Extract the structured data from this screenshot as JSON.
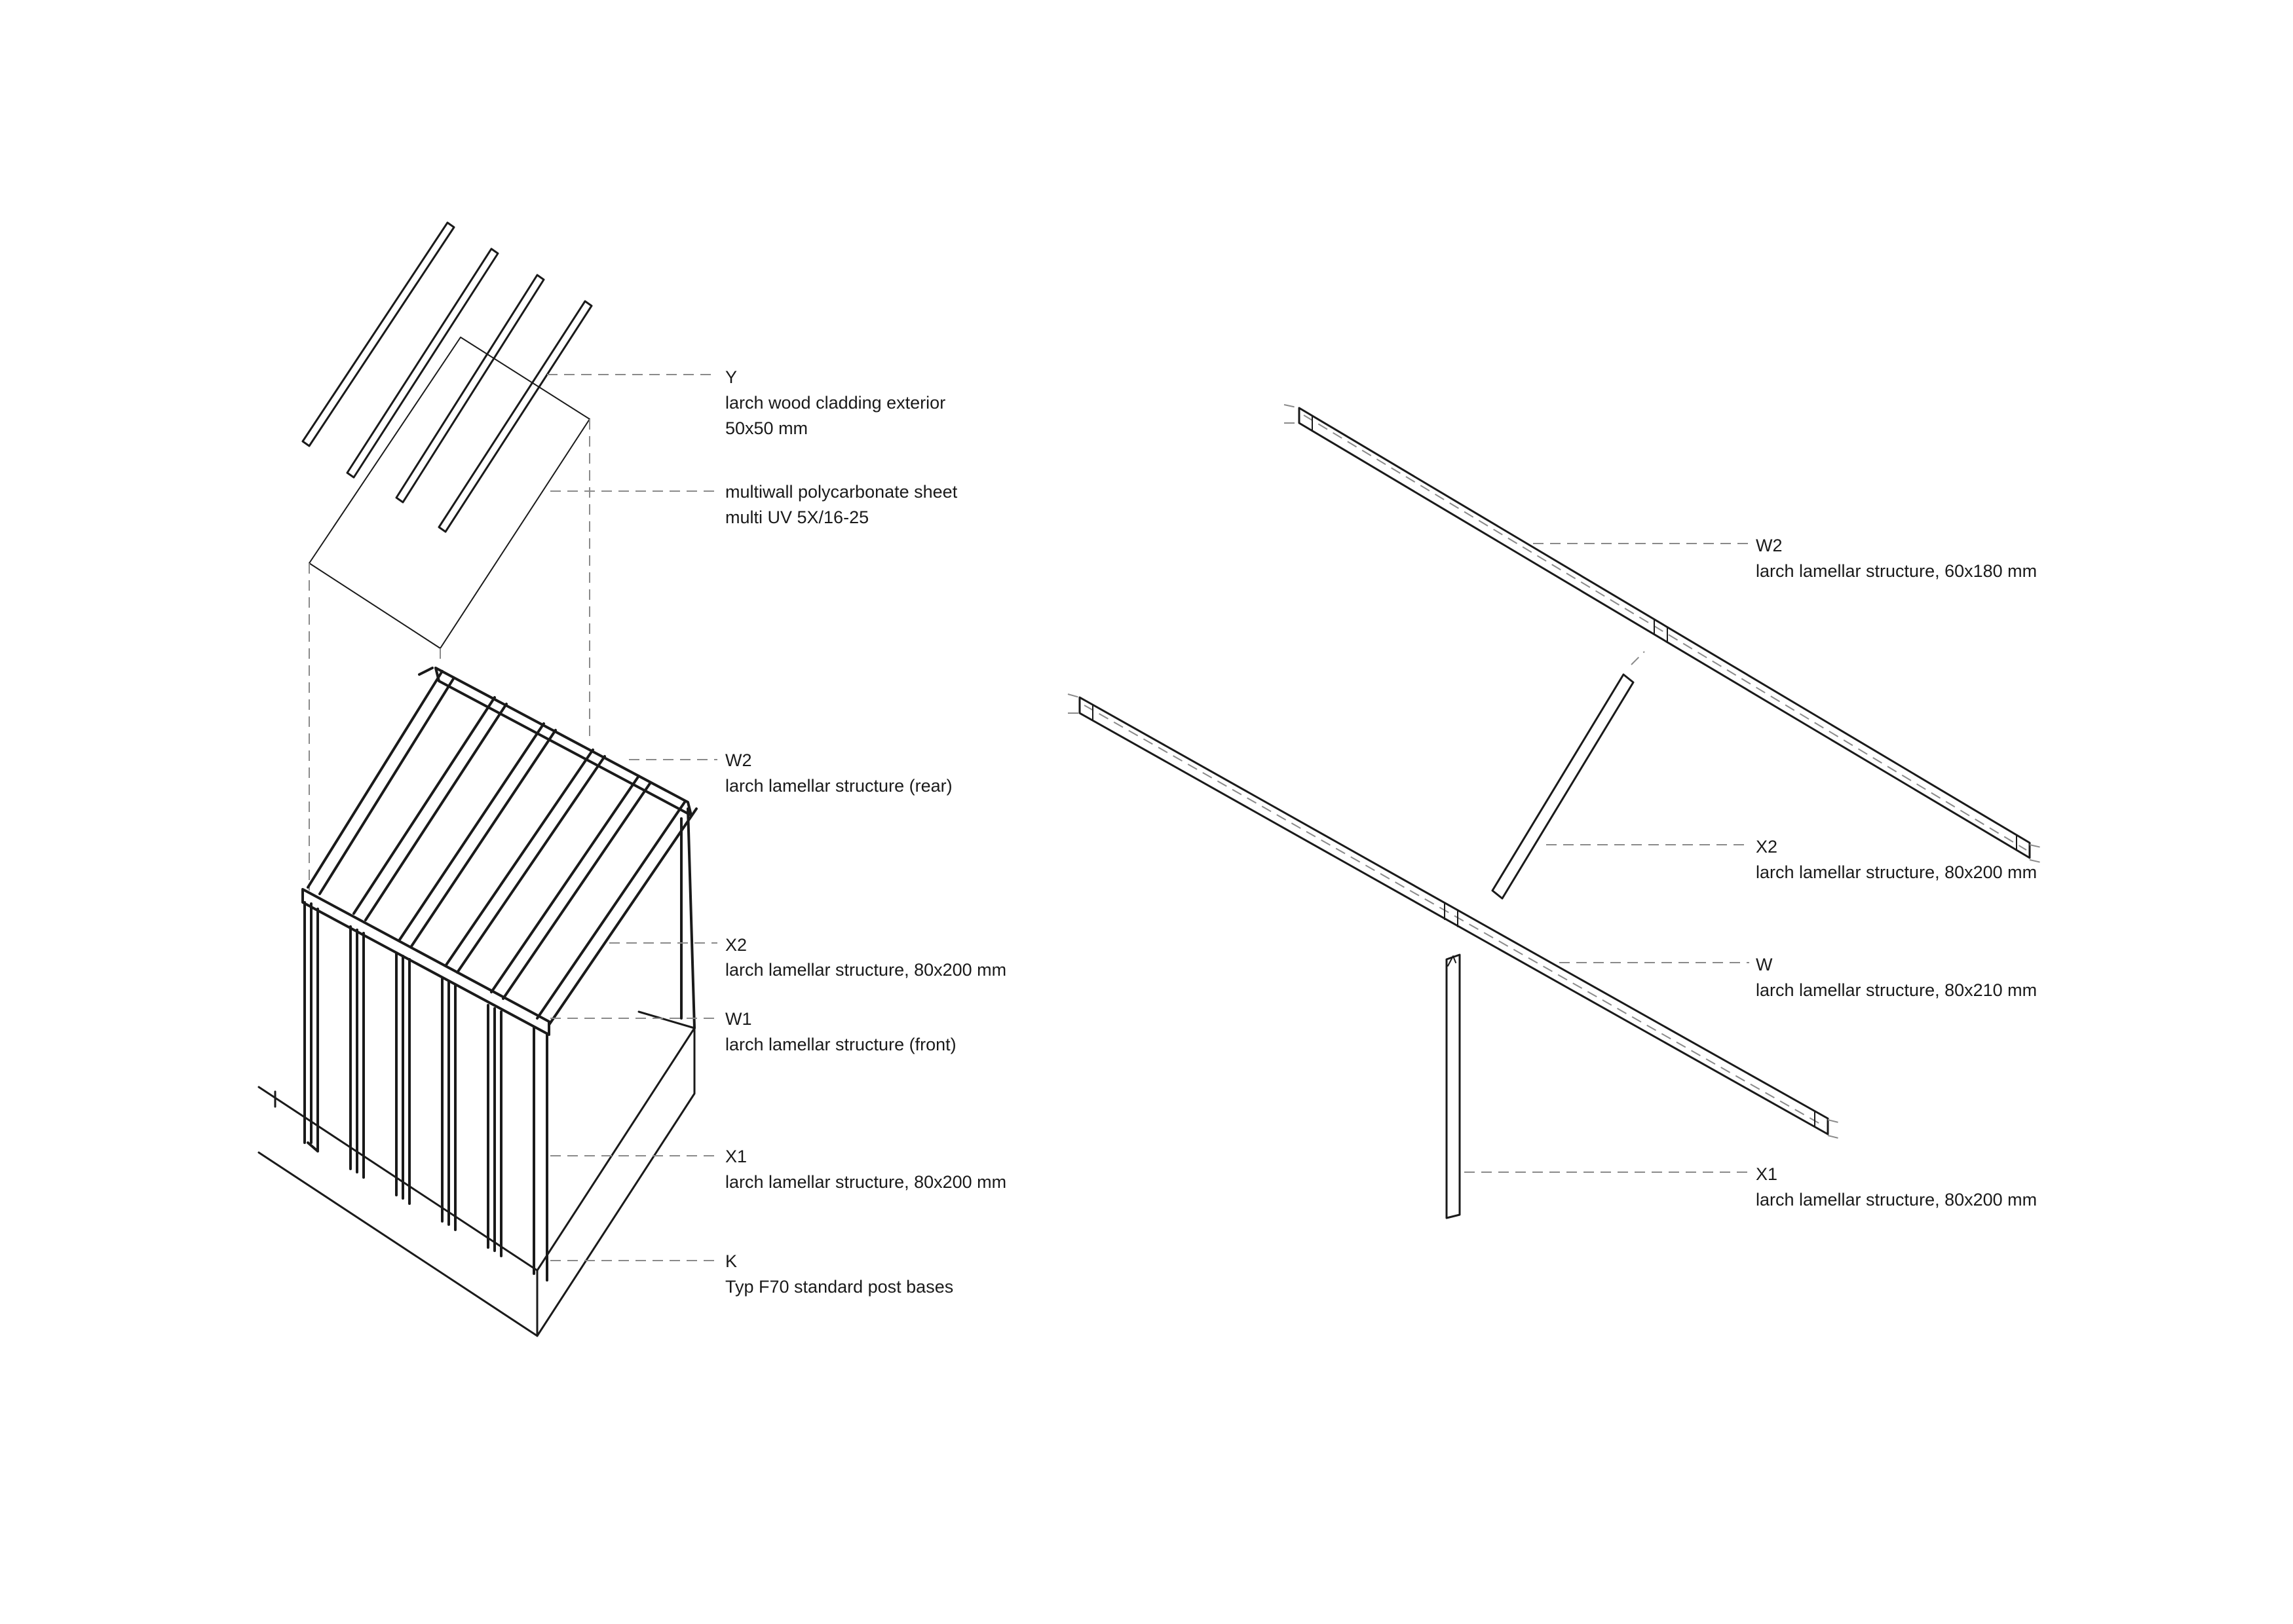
{
  "left_panel": {
    "labels": [
      {
        "code": "Y",
        "lines": [
          "larch wood cladding exterior",
          "50x50 mm"
        ]
      },
      {
        "code": "",
        "lines": [
          "multiwall polycarbonate sheet",
          "multi UV 5X/16-25"
        ]
      },
      {
        "code": "W2",
        "lines": [
          "larch lamellar structure (rear)"
        ]
      },
      {
        "code": "X2",
        "lines": [
          "larch lamellar structure, 80x200 mm"
        ]
      },
      {
        "code": "W1",
        "lines": [
          "larch lamellar structure (front)"
        ]
      },
      {
        "code": "X1",
        "lines": [
          "larch lamellar structure, 80x200 mm"
        ]
      },
      {
        "code": "K",
        "lines": [
          "Typ F70 standard post bases"
        ]
      }
    ]
  },
  "right_panel": {
    "labels": [
      {
        "code": "W2",
        "lines": [
          "larch lamellar structure, 60x180 mm"
        ]
      },
      {
        "code": "X2",
        "lines": [
          "larch lamellar structure, 80x200 mm"
        ]
      },
      {
        "code": "W",
        "lines": [
          "larch lamellar structure, 80x210 mm"
        ]
      },
      {
        "code": "X1",
        "lines": [
          "larch lamellar structure, 80x200 mm"
        ]
      }
    ]
  },
  "colors": {
    "ink": "#1a1a1a",
    "leader": "#8a8a8a"
  }
}
